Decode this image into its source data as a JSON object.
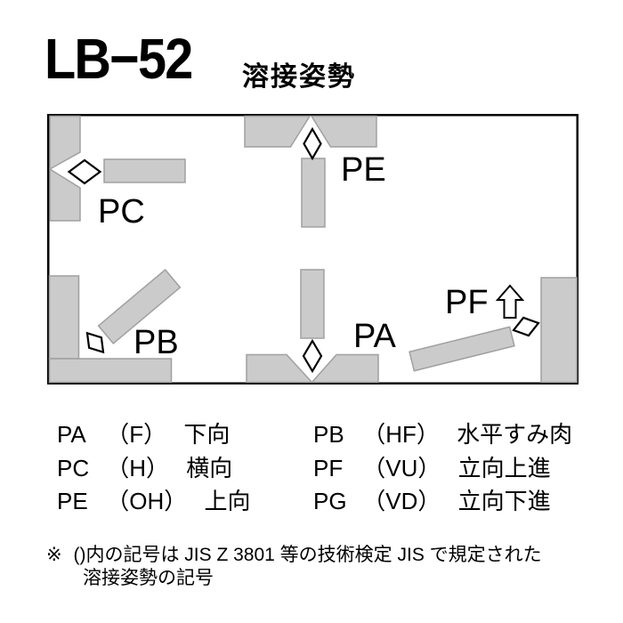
{
  "header": {
    "title": "LB−52",
    "subtitle": "溶接姿勢"
  },
  "diagram": {
    "labels": {
      "pa": "PA",
      "pb": "PB",
      "pc": "PC",
      "pe": "PE",
      "pf": "PF"
    },
    "colors": {
      "steel_fill": "#cbcbcb",
      "steel_stroke": "#a0a0a0",
      "frame_border": "#000000",
      "symbol_stroke": "#000000",
      "background": "#ffffff"
    }
  },
  "legend": {
    "left": [
      {
        "code": "PA",
        "jis": "（F）",
        "name": "下向"
      },
      {
        "code": "PC",
        "jis": "（H）",
        "name": "横向"
      },
      {
        "code": "PE",
        "jis": "（OH）",
        "name": "上向"
      }
    ],
    "right": [
      {
        "code": "PB",
        "jis": "（HF）",
        "name": "水平すみ肉"
      },
      {
        "code": "PF",
        "jis": "（VU）",
        "name": "立向上進"
      },
      {
        "code": "PG",
        "jis": "（VD）",
        "name": "立向下進"
      }
    ]
  },
  "note": {
    "marker": "※",
    "line1": "()内の記号は JIS Z 3801 等の技術検定 JIS で規定された",
    "line2": "溶接姿勢の記号"
  }
}
